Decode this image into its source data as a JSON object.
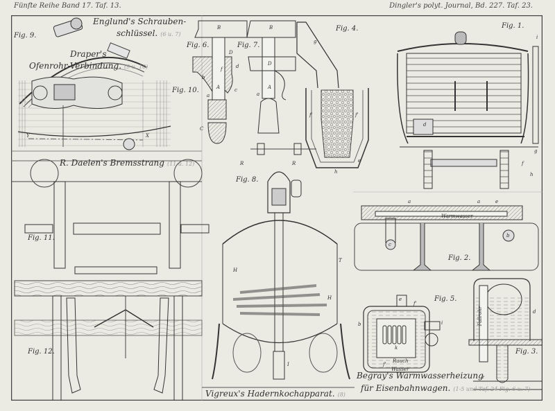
{
  "header": {
    "left": "Fünfte Reihe Band 17. Taf. 13.",
    "right": "Dingler's polyt. Journal, Bd. 227. Taf. 23."
  },
  "titles": {
    "englund_line1": "Englund's Schrauben-",
    "englund_line2": "schlüssel.",
    "englund_ref": "(6 u. 7)",
    "draper_line1": "Draper's",
    "draper_line2": "Ofenrohr-Verbindung.",
    "draper_ref": "(9 u. 10)",
    "daelen": "R. Daelen's Bremsstrang",
    "daelen_ref": "(11 u. 12)",
    "vigreux": "Vigreux's Hadernkochapparat.",
    "vigreux_ref": "(8)",
    "begray_line1": "Begray's Warmwasserheizung",
    "begray_line2": "für Eisenbahnwagen.",
    "begray_ref": "(1-5 und Taf. 24 Fig. 6 u. 7)"
  },
  "figures": {
    "fig1": "Fig. 1.",
    "fig2": "Fig. 2.",
    "fig3": "Fig. 3.",
    "fig4": "Fig. 4.",
    "fig5": "Fig. 5.",
    "fig6": "Fig. 6.",
    "fig7": "Fig. 7.",
    "fig8": "Fig. 8.",
    "fig9": "Fig. 9.",
    "fig10": "Fig. 10.",
    "fig11": "Fig. 11.",
    "fig12": "Fig. 12."
  },
  "part_letters": {
    "B": "B",
    "D": "D",
    "A": "A",
    "a": "a",
    "b": "b",
    "c": "c",
    "d": "d",
    "f": "f",
    "C": "C",
    "g": "g",
    "e": "e",
    "h": "h",
    "i": "i",
    "k": "k",
    "H": "H",
    "T": "T",
    "R": "R",
    "I": "I",
    "X": "X",
    "Y": "Y",
    "fprime": "f'"
  },
  "inline_text": {
    "warmwasser": "Warmwasser",
    "fallrohr": "Fallrohr",
    "rauch": "Rauch",
    "wasser": "Wasser"
  },
  "colors": {
    "paper": "#ecebe3",
    "ink": "#2c2c2c",
    "hatch": "#8c8c8c"
  }
}
